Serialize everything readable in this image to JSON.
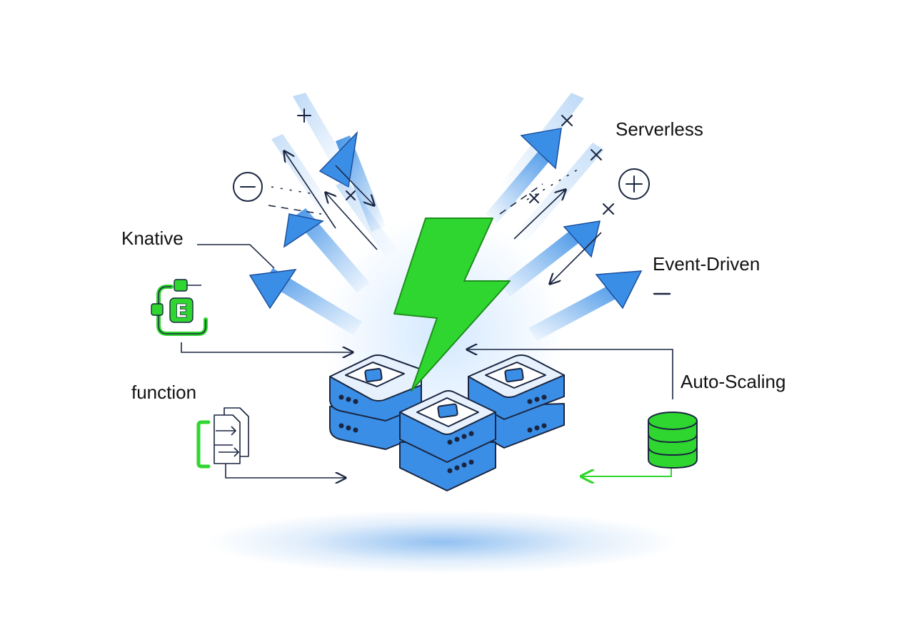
{
  "labels": {
    "serverless": "Serverless",
    "knative": "Knative",
    "event_driven": "Event-Driven",
    "function": "function",
    "auto_scaling": "Auto-Scaling"
  },
  "icons": {
    "knative_letter": "E",
    "bolt": "lightning-bolt-icon",
    "servers": "server-stack-icon",
    "function_doc": "function-document-icon",
    "database": "database-icon"
  },
  "colors": {
    "blue": "#3a8ee6",
    "blue_dark": "#1c4f9c",
    "green": "#2fd62f",
    "green_dark": "#1d8f1d",
    "navy": "#1a2540"
  }
}
